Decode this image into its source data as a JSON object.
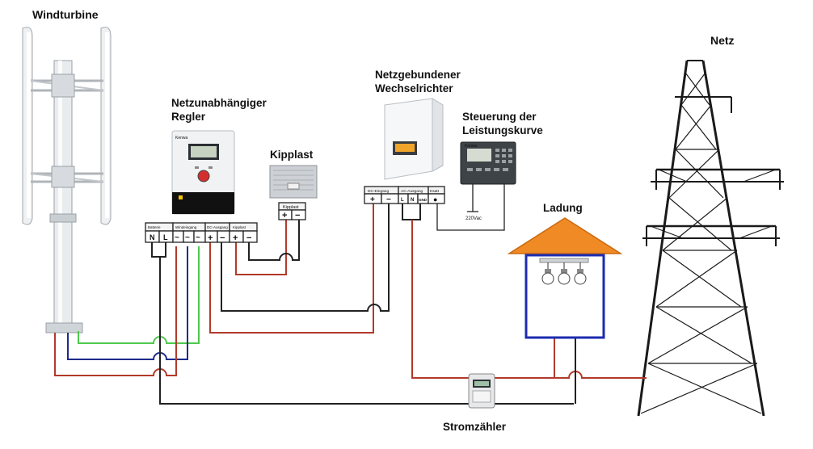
{
  "labels": {
    "wind_turbine": "Windturbine",
    "grid": "Netz",
    "controller_line1": "Netzunabhängiger",
    "controller_line2": "Regler",
    "dump_load": "Kipplast",
    "inverter_line1": "Netzgebundener",
    "inverter_line2": "Wechselrichter",
    "curve_line1": "Steuerung der",
    "curve_line2": "Leistungskurve",
    "load": "Ladung",
    "meter": "Stromzähler"
  },
  "controller_terminals": {
    "group_battery": "Batterie",
    "group_wind": "Windeingang",
    "group_dc_out": "DC-Ausgang",
    "group_dump": "Kipplast",
    "n": "N",
    "l": "L",
    "ac1": "~",
    "ac2": "~",
    "ac3": "~",
    "plus": "+",
    "minus": "−",
    "dump_plus": "+",
    "dump_minus": "−"
  },
  "dump_load_terminals": {
    "header": "Kipplast",
    "plus": "+",
    "minus": "−"
  },
  "inverter_terminals": {
    "group_dc": "DC-Eingang",
    "group_ac": "AC-Ausgang",
    "group_ksatt": "Ksatt",
    "plus": "+",
    "minus": "−",
    "l": "L",
    "n": "N",
    "gnd": "GND",
    "dot": "●"
  },
  "power_curve_voltage": "220Vac",
  "device_brand": "Kenwa",
  "wire_colors": {
    "green": "#4ec94e",
    "blue": "#1e2a8c",
    "red": "#b23a2a",
    "black": "#222222",
    "roof": "#f08a24",
    "house_frame": "#1b2bb0"
  }
}
